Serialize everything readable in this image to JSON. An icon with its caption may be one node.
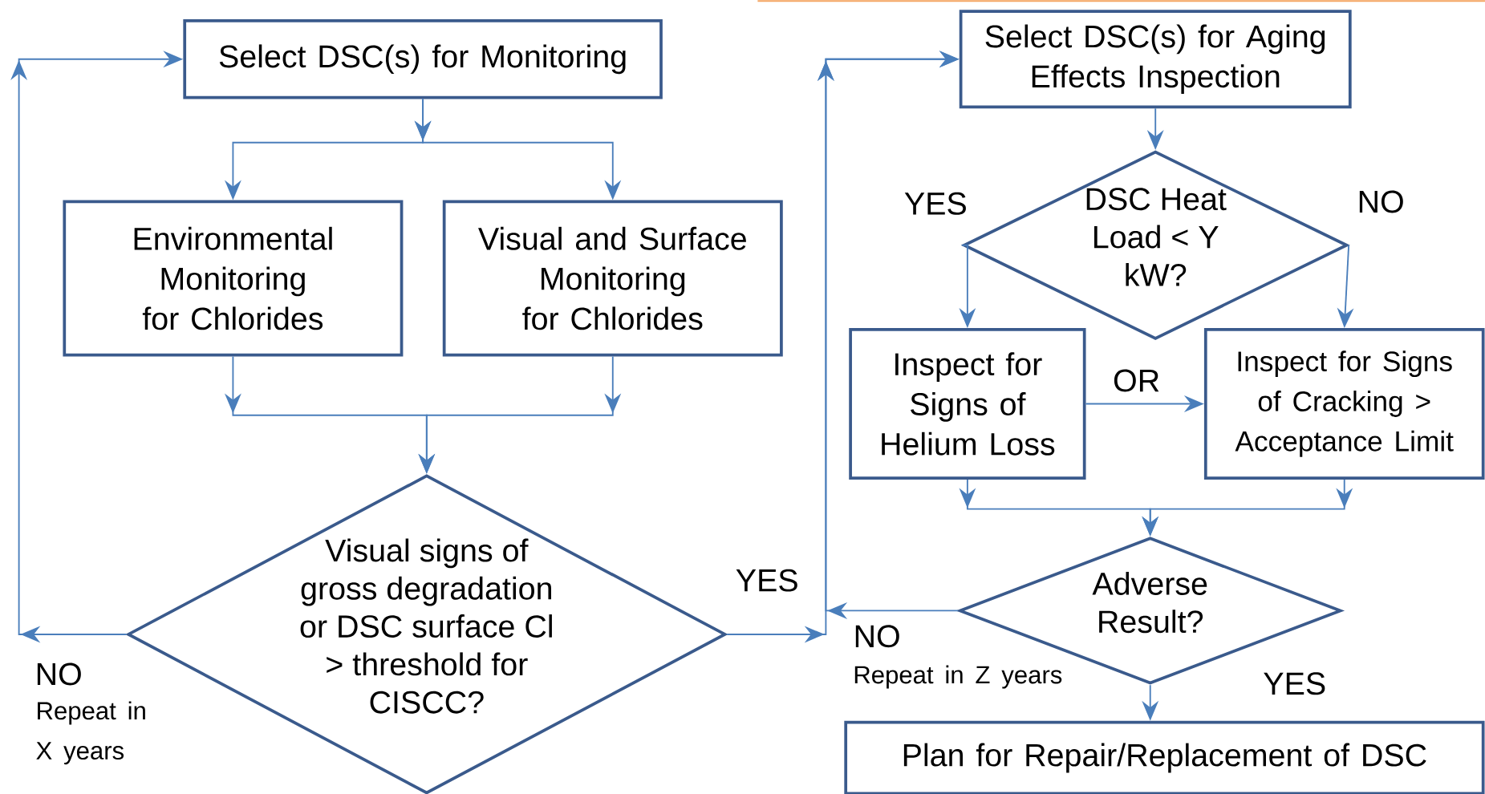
{
  "diagram": {
    "nodes": [
      {
        "text": [
          "Select DSC(s) for Monitoring"
        ]
      },
      {
        "text": [
          "Environmental Monitoring for Chlorides"
        ]
      },
      {
        "text": [
          "Visual and Surface Monitoring for Chlorides"
        ]
      },
      {
        "text": [
          "Visual signs of gross degradation or DSC surface Cl > threshold for CISCC?"
        ]
      },
      {
        "text": [
          "Select DSC(s) for Aging Effects Inspection"
        ]
      },
      {
        "text": [
          "DSC Heat Load < Y kW?"
        ]
      },
      {
        "text": [
          "Inspect for Signs of Helium Loss"
        ]
      },
      {
        "text": [
          "Inspect for Signs of Cracking > Acceptance Limit"
        ]
      },
      {
        "text": [
          "Adverse Result?"
        ]
      },
      {
        "text": [
          "Plan for Repair/Replacement of DSC"
        ]
      }
    ],
    "edges": [
      {
        "from": 0,
        "to": 1,
        "arrow": "to"
      },
      {
        "from": 0,
        "to": 2,
        "arrow": "to"
      },
      {
        "from": 1,
        "to": 3,
        "arrow": "to"
      },
      {
        "from": 2,
        "to": 3,
        "arrow": "to"
      },
      {
        "from": 3,
        "to": 0,
        "arrow": "to",
        "label": "NO"
      },
      {
        "from": 3,
        "to": 4,
        "arrow": "to",
        "label": "YES"
      },
      {
        "from": 4,
        "to": 5,
        "arrow": "to"
      },
      {
        "from": 5,
        "to": 6,
        "arrow": "to",
        "label": "YES"
      },
      {
        "from": 5,
        "to": 7,
        "arrow": "to",
        "label": "NO"
      },
      {
        "from": 6,
        "to": 7,
        "arrow": "to",
        "label": "OR"
      },
      {
        "from": 6,
        "to": 8,
        "arrow": "to"
      },
      {
        "from": 7,
        "to": 8,
        "arrow": "to"
      },
      {
        "from": 8,
        "to": 4,
        "arrow": "to",
        "label": "NO"
      },
      {
        "from": 8,
        "to": 9,
        "arrow": "to",
        "label": "YES"
      }
    ],
    "labels": [
      "Repeat in X years",
      "Repeat in Z years"
    ]
  }
}
